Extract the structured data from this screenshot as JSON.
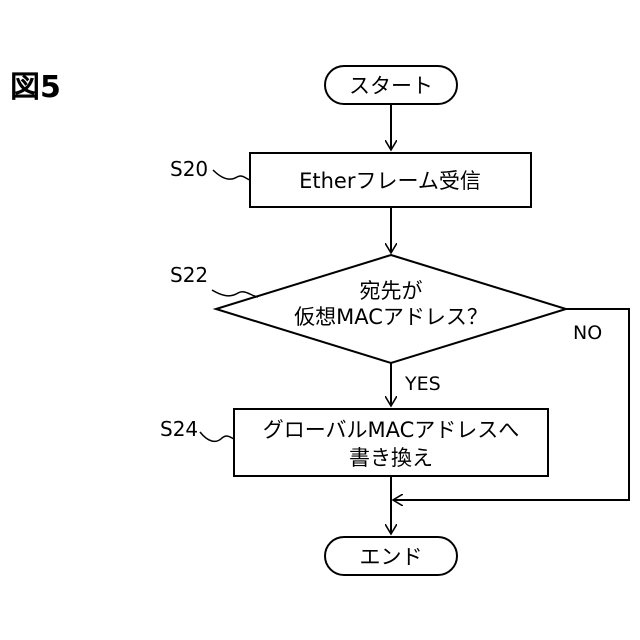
{
  "figure": {
    "title": "図5"
  },
  "flowchart": {
    "start": "スタート",
    "end": "エンド",
    "nodes": [
      {
        "id": "S20",
        "step_label": "S20",
        "lines": [
          "Etherフレーム受信"
        ]
      },
      {
        "id": "S22",
        "step_label": "S22",
        "lines": [
          "宛先が",
          "仮想MACアドレス？"
        ]
      },
      {
        "id": "S24",
        "step_label": "S24",
        "lines": [
          "グローバルMACアドレスへ",
          "書き換え"
        ]
      }
    ],
    "branches": {
      "yes": "YES",
      "no": "NO"
    }
  }
}
